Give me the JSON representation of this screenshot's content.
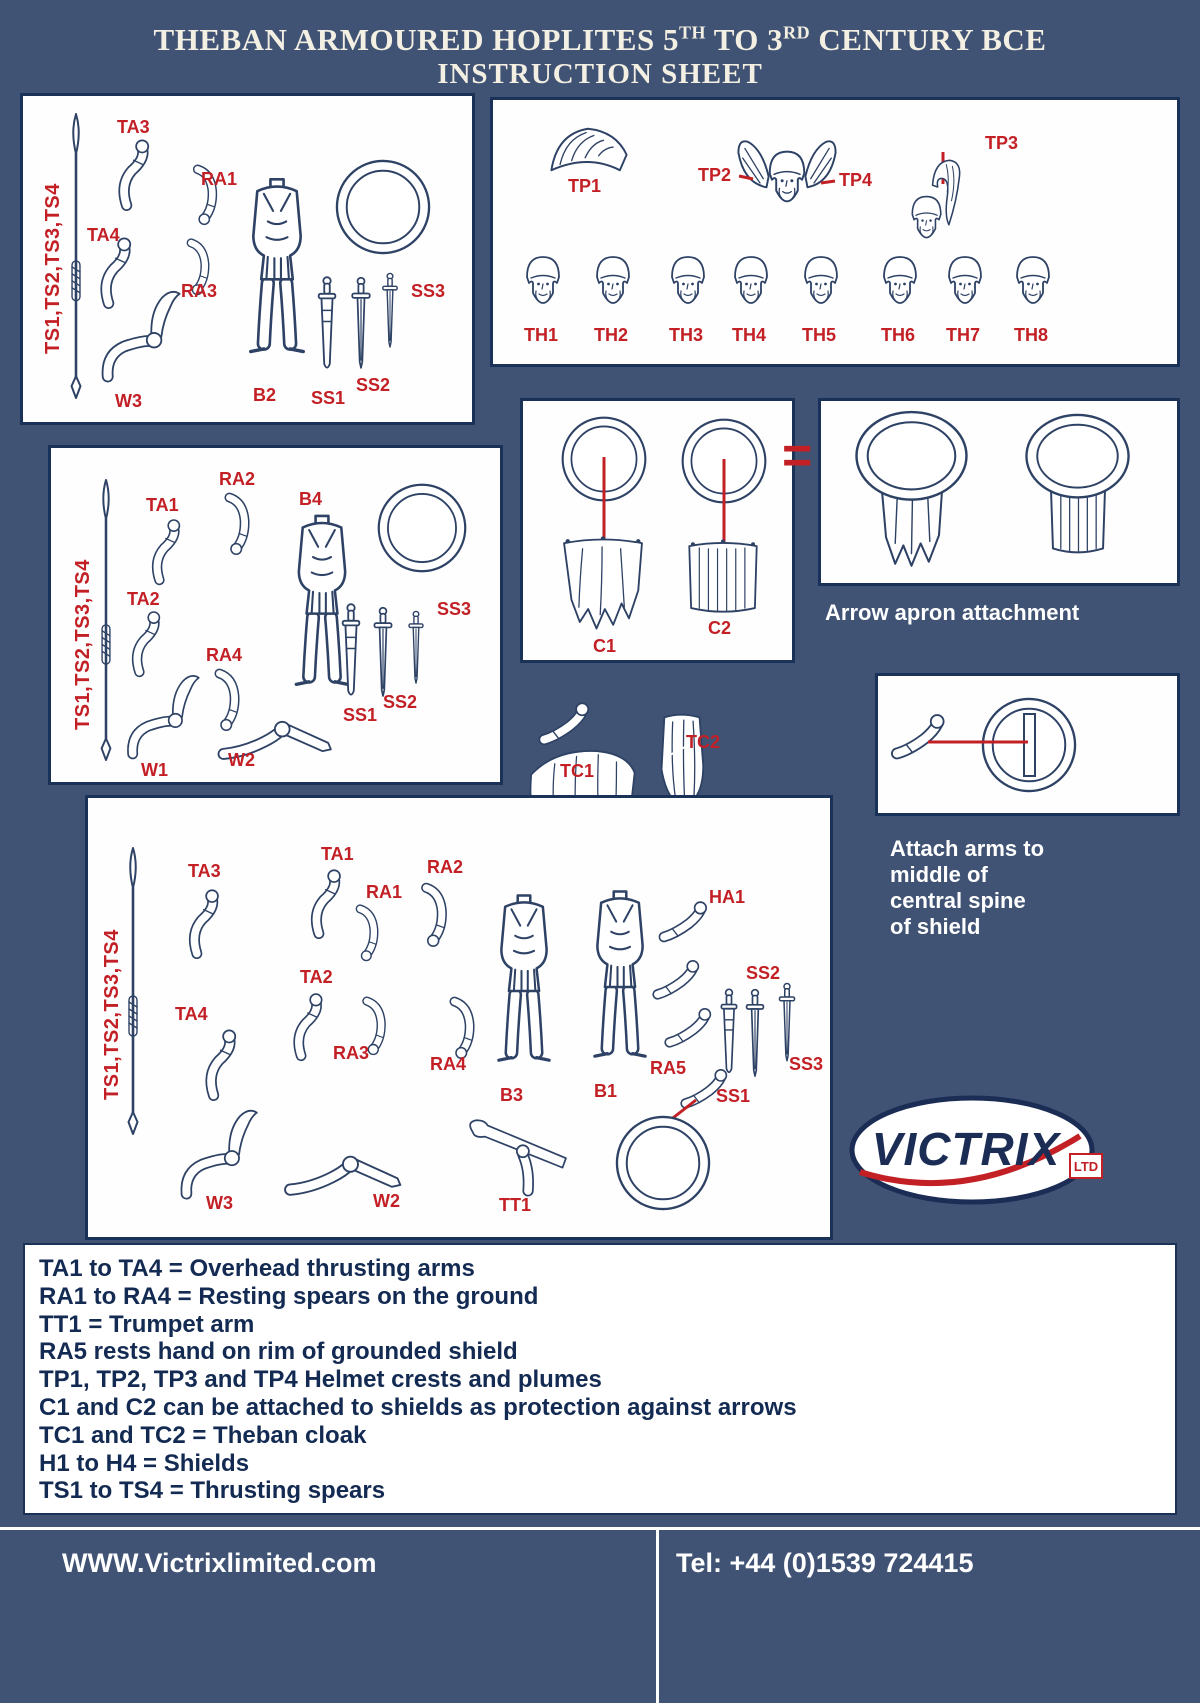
{
  "title": {
    "line1_part1": "THEBAN ARMOURED HOPLITES 5",
    "line1_sup1": "TH",
    "line1_part2": " TO 3",
    "line1_sup2": "RD",
    "line1_part3": " CENTURY BCE",
    "line2": "INSTRUCTION SHEET"
  },
  "colors": {
    "background": "#405374",
    "panel_border": "#1a3158",
    "ink": "#2e4265",
    "label_red": "#c32026",
    "legend_text": "#132a52"
  },
  "p1": {
    "ts": "TS1,TS2,TS3,TS4",
    "ta3": "TA3",
    "ra1": "RA1",
    "ta4": "TA4",
    "ra3": "RA3",
    "w3": "W3",
    "b2": "B2",
    "ss1": "SS1",
    "ss2": "SS2",
    "ss3": "SS3"
  },
  "p2": {
    "tp1": "TP1",
    "tp2": "TP2",
    "tp3": "TP3",
    "tp4": "TP4",
    "th": [
      "TH1",
      "TH2",
      "TH3",
      "TH4",
      "TH5",
      "TH6",
      "TH7",
      "TH8"
    ]
  },
  "p3": {
    "ts": "TS1,TS2,TS3,TS4",
    "ta1": "TA1",
    "ra2": "RA2",
    "b4": "B4",
    "ta2": "TA2",
    "ra4": "RA4",
    "ss1": "SS1",
    "ss2": "SS2",
    "ss3": "SS3",
    "w1": "W1",
    "w2": "W2"
  },
  "p4": {
    "c1": "C1",
    "c2": "C2"
  },
  "p5": {
    "caption": "Arrow apron attachment"
  },
  "p6": {
    "caption": "Attach arms to\nmiddle of\ncentral spine\nof shield"
  },
  "tc": {
    "tc1": "TC1",
    "tc2": "TC2"
  },
  "p7": {
    "ts": "TS1,TS2,TS3,TS4",
    "ta1": "TA1",
    "ta2": "TA2",
    "ta3": "TA3",
    "ta4": "TA4",
    "ra1": "RA1",
    "ra2": "RA2",
    "ra3": "RA3",
    "ra4": "RA4",
    "ra5": "RA5",
    "ha1": "HA1",
    "b1": "B1",
    "b3": "B3",
    "ss1": "SS1",
    "ss2": "SS2",
    "ss3": "SS3",
    "w2": "W2",
    "w3": "W3",
    "tt1": "TT1"
  },
  "connector": {
    "equals": "="
  },
  "legend": {
    "lines": [
      "TA1 to TA4 = Overhead thrusting arms",
      "RA1 to RA4 = Resting spears on the ground",
      "TT1 = Trumpet arm",
      "RA5 rests hand on rim of grounded shield",
      "TP1, TP2, TP3 and TP4 Helmet crests and plumes",
      "C1 and C2 can be attached to shields as protection against arrows",
      "TC1 and TC2 = Theban cloak",
      "H1 to H4 = Shields",
      "TS1 to TS4 = Thrusting spears"
    ]
  },
  "logo": {
    "brand": "VICTRIX",
    "suffix": "LTD"
  },
  "footer": {
    "website": "WWW.Victrixlimited.com",
    "phone": "Tel: +44 (0)1539 724415"
  }
}
